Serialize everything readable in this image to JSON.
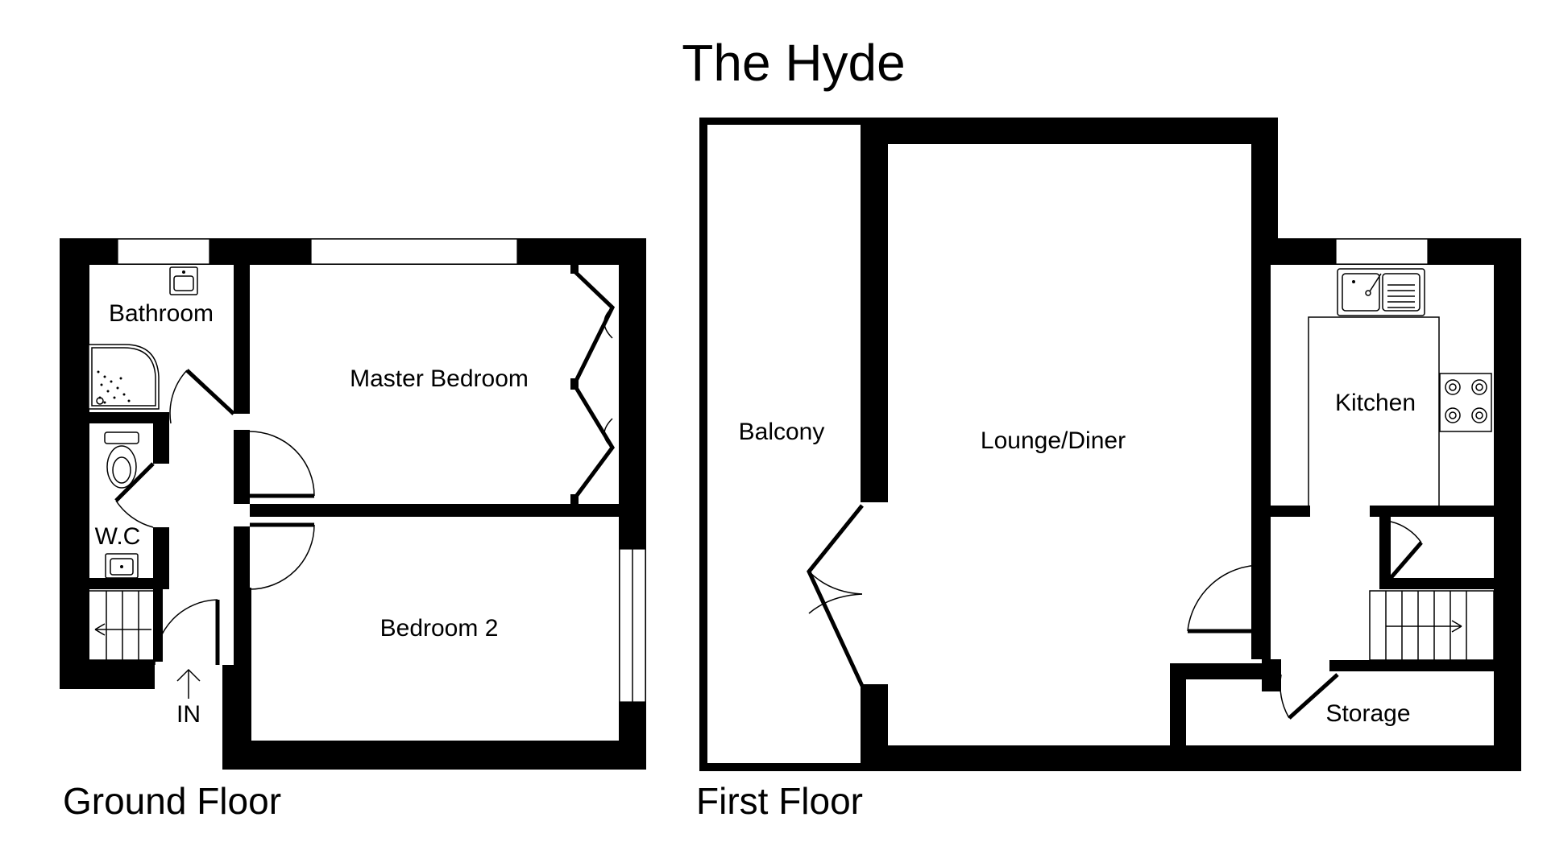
{
  "title": "The Hyde",
  "ground_floor": {
    "label": "Ground Floor",
    "rooms": {
      "bathroom": "Bathroom",
      "master_bedroom": "Master Bedroom",
      "wc": "W.C",
      "bedroom_2": "Bedroom 2",
      "entrance": "IN"
    }
  },
  "first_floor": {
    "label": "First Floor",
    "rooms": {
      "balcony": "Balcony",
      "lounge_diner": "Lounge/Diner",
      "kitchen": "Kitchen",
      "storage": "Storage"
    }
  },
  "colors": {
    "wall": "#000000",
    "background": "#ffffff"
  }
}
